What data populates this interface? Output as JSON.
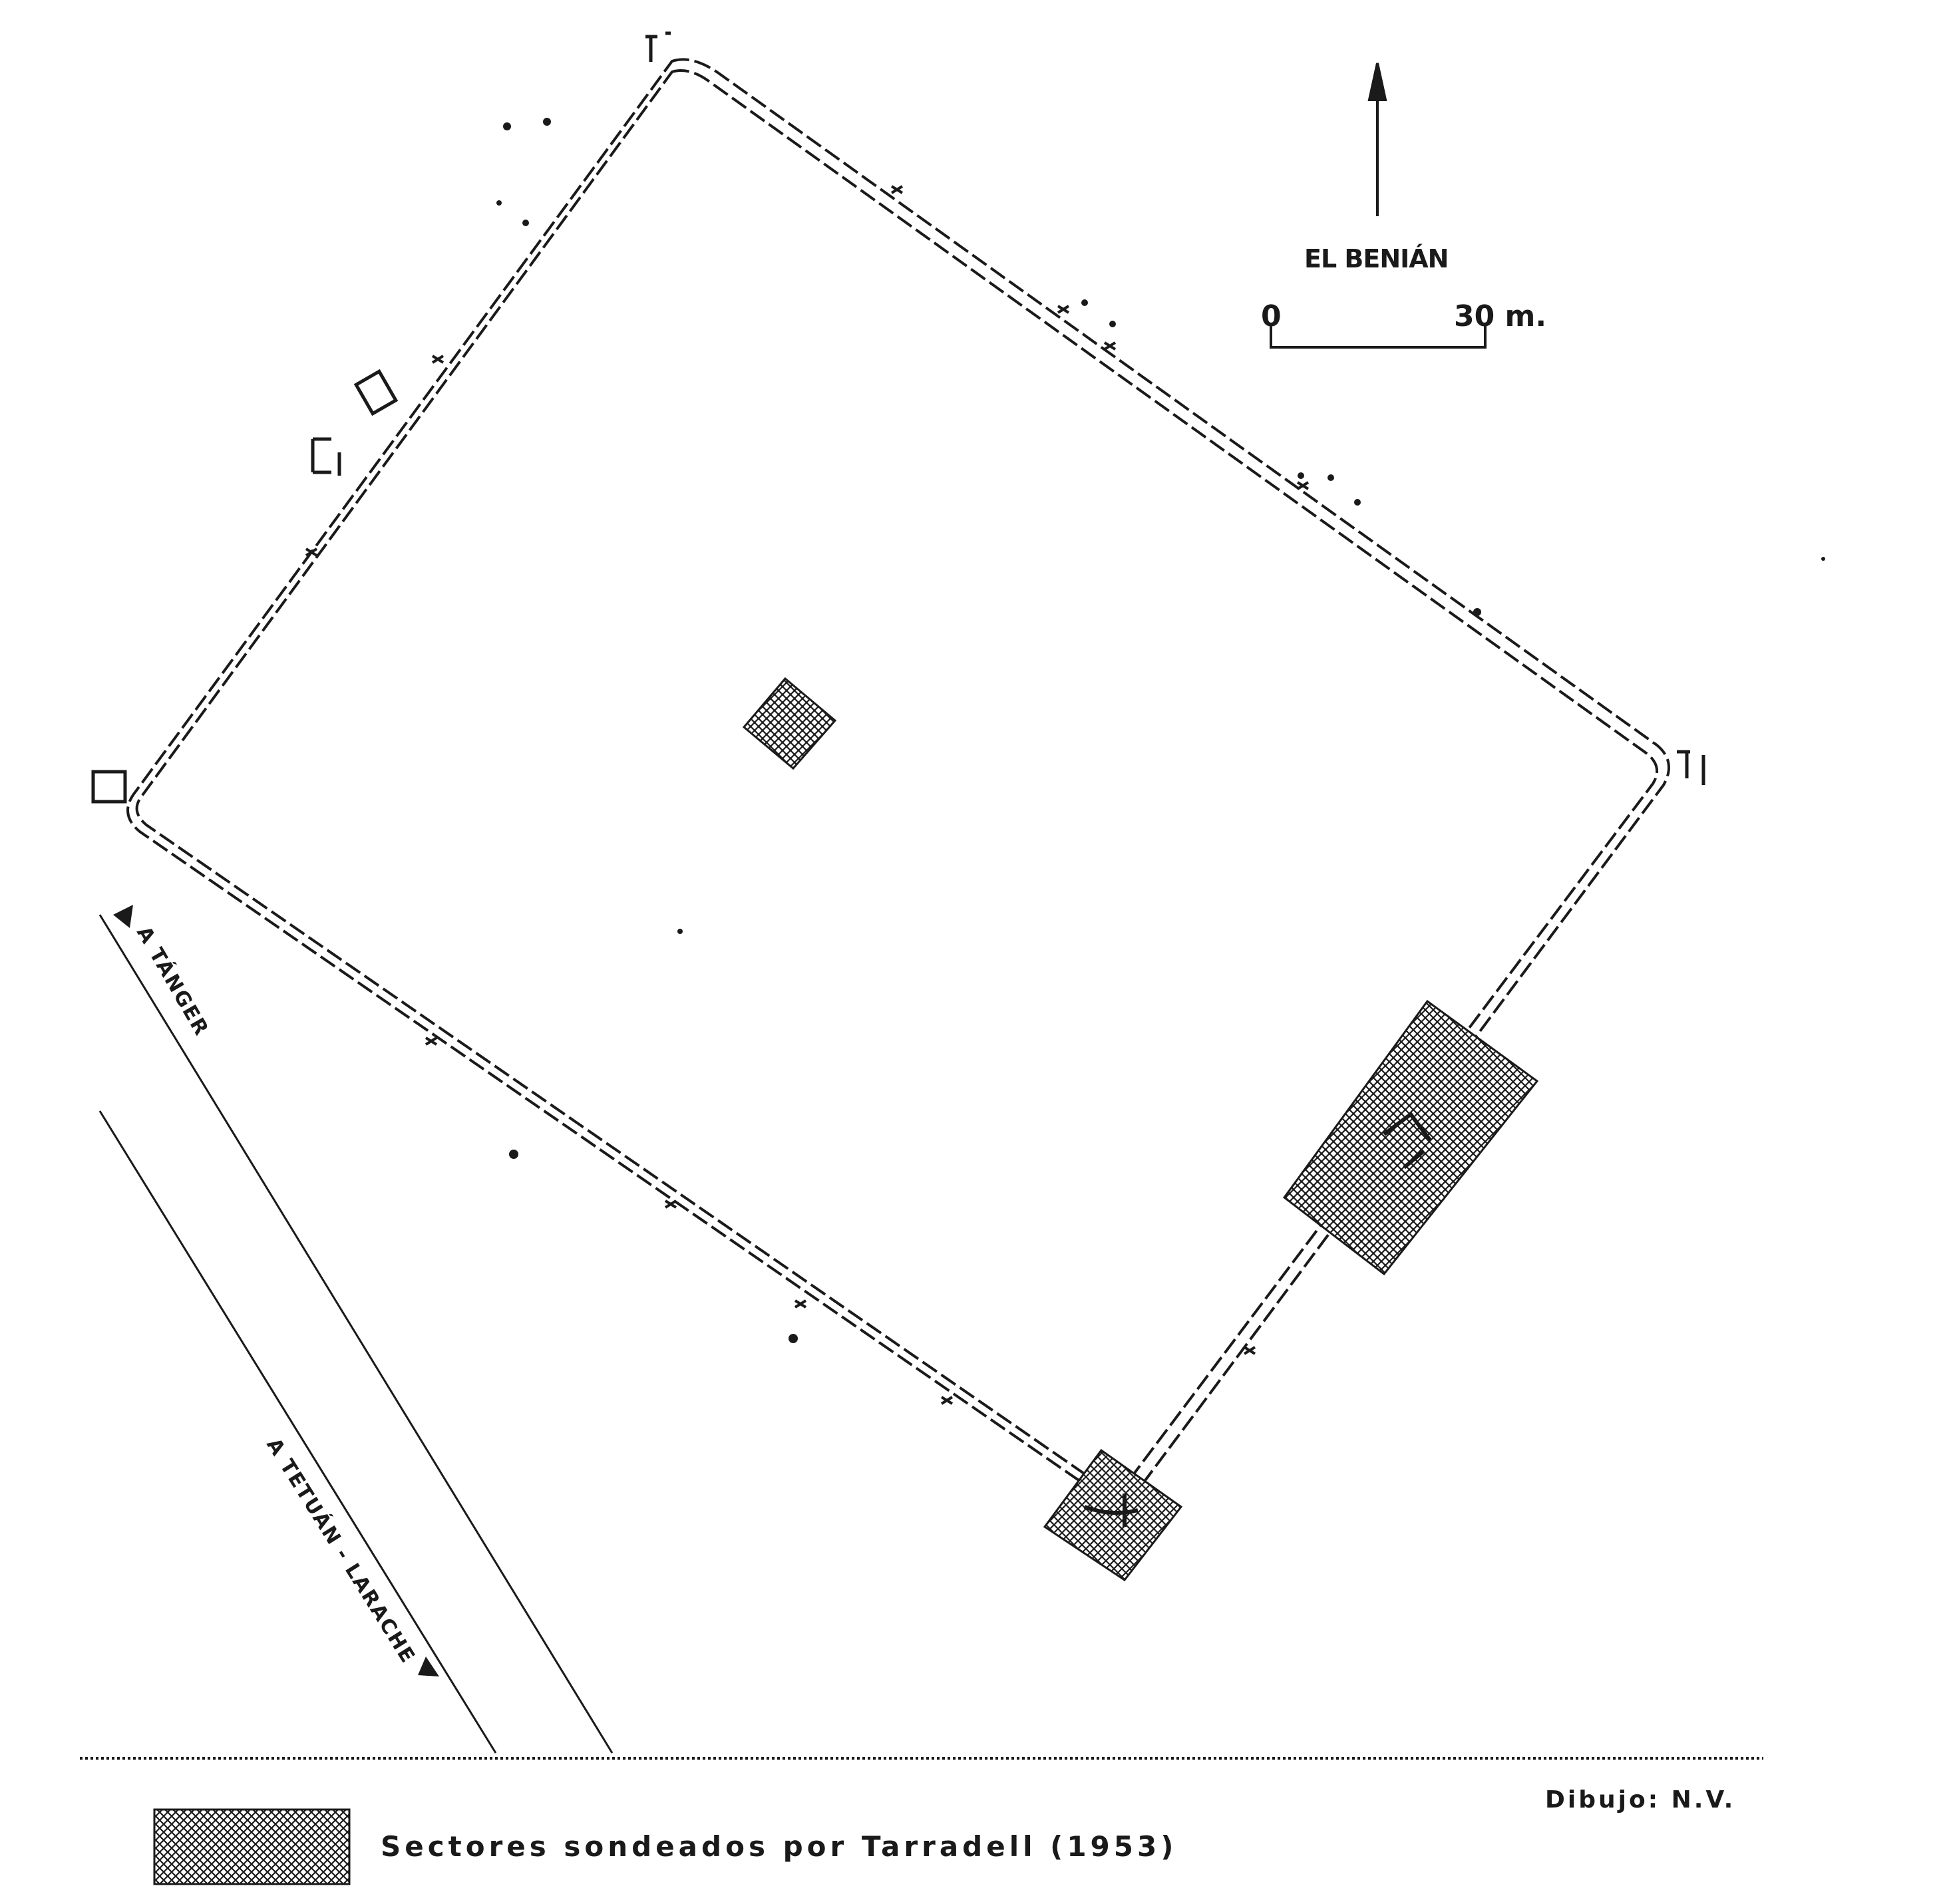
{
  "site_name": "EL BENIÁN",
  "scale_bar": {
    "start_label": "0",
    "end_label": "30 m."
  },
  "roads": {
    "tanger": "A TÁNGER",
    "tetuan_larache": "A TETUÁN - LARACHE"
  },
  "credit": "Dibujo: N.V.",
  "legend": {
    "label": "Sectores sondeados por Tarradell (1953)"
  },
  "colors": {
    "ink": "#1a1a1a",
    "paper": "#ffffff"
  },
  "north_arrow": "north-arrow-icon"
}
